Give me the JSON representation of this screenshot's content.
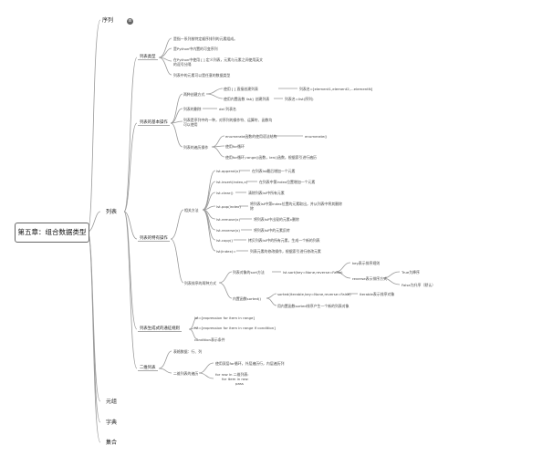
{
  "root": "第五章：组合数据类型",
  "l1": {
    "seq": "序列",
    "list": "列表",
    "tuple": "元组",
    "dict": "字典",
    "set": "集合",
    "seq_badge": "≡"
  },
  "l2": {
    "types": "列表类型",
    "basic": "列表的基本操作",
    "methods": "列表的特有操作",
    "comp": "列表生成式的通征规则",
    "twod": "二维列表"
  },
  "types": {
    "a": "是指一系列按特定顺序排列的元素组成。",
    "b": "是Python中内置的可变序列",
    "c1": "在Python中使用 [ ] 定义列表，元素与元素之间使用英文",
    "c2": "的逗号分隔",
    "d": "列表中的元素可以是任意的数据类型"
  },
  "basic": {
    "create": "两种创建方式",
    "create1": "使用 [ ] 直接创建列表",
    "create1v": "列表名=[element1,element2,...elementN]",
    "create2": "使用内置函数 list() 创建列表",
    "create2v": "列表名=list(序列)",
    "del": "列表的删除",
    "delv": "del 列表名",
    "seqop1": "列表是序列中的一种，对序列的操作符、运算符、函数均",
    "seqop2": "可以使用",
    "iter": "列表的遍历操作",
    "iter1": "enumerate函数的使用语法结构",
    "iter1v": "enumerate()",
    "iter2": "使用for循环",
    "iter3": "使用for循环,range()函数，len()函数，根据索引进行遍历"
  },
  "methods": {
    "label": "相关方法",
    "m": [
      {
        "k": "lst.append(x)",
        "v": "在列表lst最后增加一个元素"
      },
      {
        "k": "lst.insert(index,x)",
        "v": "在列表中第index位置增加一个元素"
      },
      {
        "k": "lst.clear()",
        "v": "清除列表lst中所有元素"
      },
      {
        "k": "lst.pop(index)",
        "v": "将列表lst中第index位置的元素取出，并从列表中将其删除",
        "v2": "除"
      },
      {
        "k": "lst.remove(x)",
        "v": "将列表lst中出现的元素x删除"
      },
      {
        "k": "lst.reverse(x)",
        "v": "将列表lst中的元素反转"
      },
      {
        "k": "lst.copy()",
        "v": "拷贝列表lst中的所有元素，生成一个新的列表"
      },
      {
        "k": "lst(index)=",
        "v": "列表元素的修改操作，根据索引进行修改元素"
      }
    ],
    "sort": "列表排序的两种方式",
    "sort1": "列表对象的sort方法",
    "sort1v": "lst.sort(key=None,reverse=False)",
    "sort1a": "key表示排序规则",
    "sort1b": "reverse表示排序方式",
    "sort1b1": "True为降序",
    "sort1b2": "False为升序（默认）",
    "sort2": "内置函数sorted()",
    "sort2v": "sorted(iterable,key=None,reverse=False)",
    "sort2a": "iterable表示排序对象",
    "sort2b": "用内置函数sorted排序产生一个新的列表对象"
  },
  "comp": {
    "a": "lst=[expression for item in range]",
    "b": "lst=[expression for item in range if condition]",
    "c": "condition表示条件"
  },
  "twod": {
    "a": "表格数据：行、列",
    "b": "二维列表的遍历",
    "b1": "使用双层for循环，外层遍历行，内层遍历列",
    "b2l1": "for row in 二维列表:",
    "b2l2": "for item in row:",
    "b2l3": "pass"
  }
}
